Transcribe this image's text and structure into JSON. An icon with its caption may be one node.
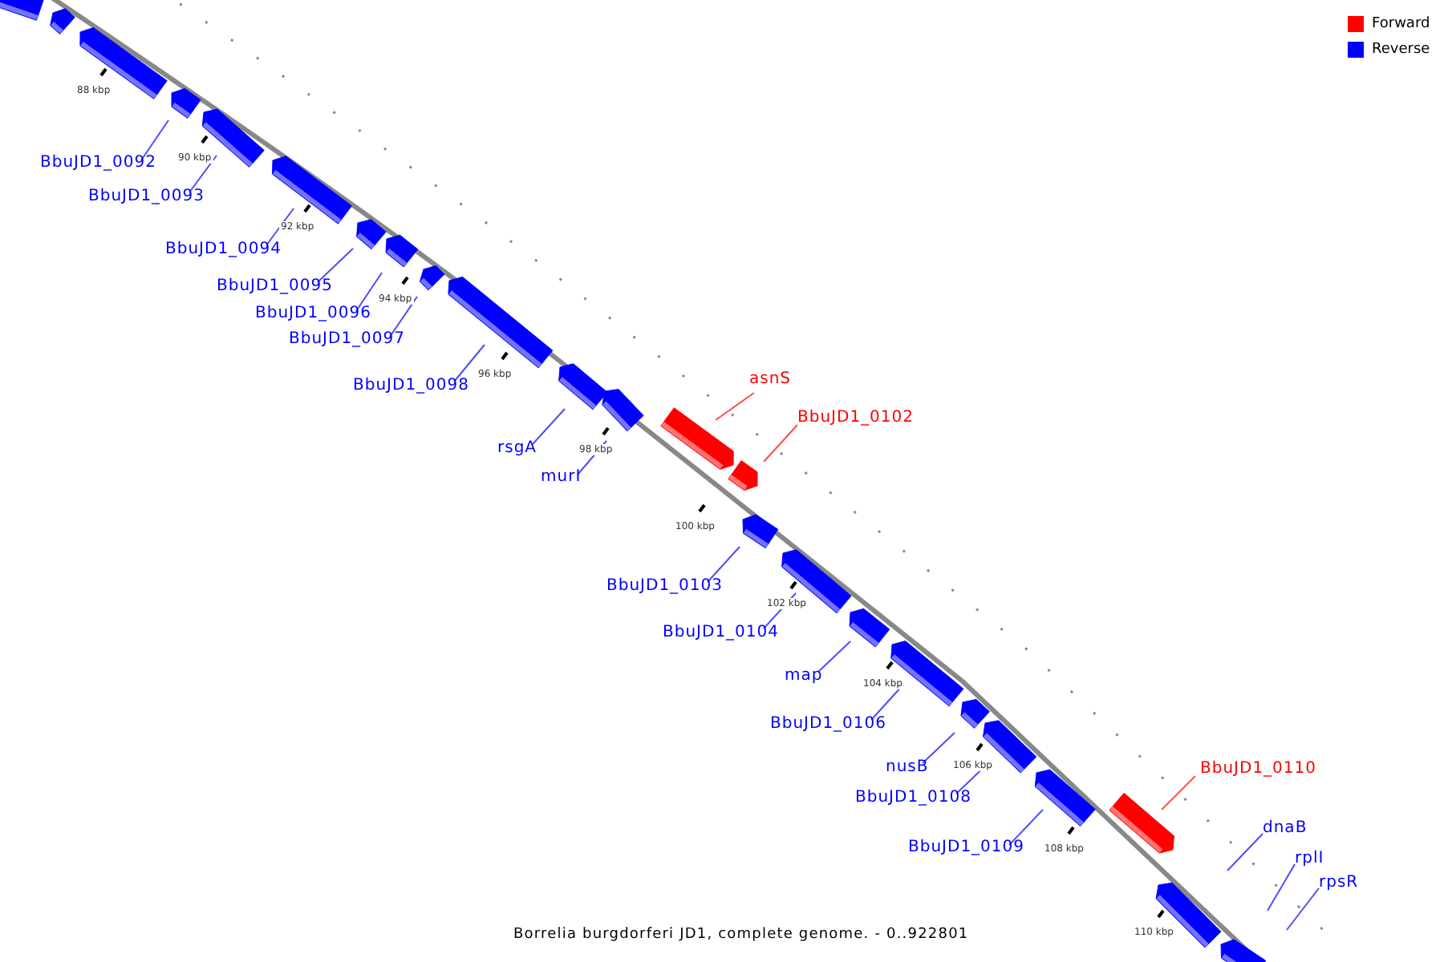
{
  "diagram": {
    "caption": "Borrelia burgdorferi JD1, complete genome. - 0..922801",
    "nodes": [
      {
        "text": [],
        "shape": "bar"
      },
      {
        "text": [],
        "shape": "bar"
      },
      {
        "text": [],
        "shape": "bar"
      },
      {
        "text": [
          "BbuJD1_0092"
        ]
      },
      {
        "text": [],
        "shape": "bar"
      },
      {
        "text": [
          "BbuJD1_0093"
        ]
      },
      {
        "text": [],
        "shape": "bar"
      },
      {
        "text": [
          "BbuJD1_0094"
        ]
      },
      {
        "text": [],
        "shape": "bar"
      },
      {
        "text": [
          "BbuJD1_0095"
        ]
      },
      {
        "text": [],
        "shape": "bar"
      },
      {
        "text": [
          "BbuJD1_0096"
        ]
      },
      {
        "text": [],
        "shape": "bar"
      },
      {
        "text": [
          "BbuJD1_0097"
        ]
      },
      {
        "text": [],
        "shape": "bar"
      },
      {
        "text": [
          "BbuJD1_0098"
        ]
      },
      {
        "text": [],
        "shape": "bar"
      },
      {
        "text": [
          "rsgA"
        ]
      },
      {
        "text": [],
        "shape": "bar"
      },
      {
        "text": [
          "murI"
        ]
      },
      {
        "text": [],
        "shape": "bar"
      },
      {
        "text": [
          "asnS"
        ]
      },
      {
        "text": [],
        "shape": "bar"
      },
      {
        "text": [
          "BbuJD1_0102"
        ]
      },
      {
        "text": [],
        "shape": "bar"
      },
      {
        "text": [
          "BbuJD1_0103"
        ]
      },
      {
        "text": [],
        "shape": "bar"
      },
      {
        "text": [
          "BbuJD1_0104"
        ]
      },
      {
        "text": [],
        "shape": "bar"
      },
      {
        "text": [
          "map"
        ]
      },
      {
        "text": [],
        "shape": "bar"
      },
      {
        "text": [
          "BbuJD1_0106"
        ]
      },
      {
        "text": [],
        "shape": "bar"
      },
      {
        "text": [
          "nusB"
        ]
      },
      {
        "text": [],
        "shape": "bar"
      },
      {
        "text": [
          "BbuJD1_0108"
        ]
      },
      {
        "text": [],
        "shape": "bar"
      },
      {
        "text": [
          "BbuJD1_0109"
        ]
      },
      {
        "text": [],
        "shape": "bar"
      },
      {
        "text": [
          "BbuJD1_0110"
        ]
      },
      {
        "text": [],
        "shape": "bar"
      },
      {
        "text": [
          "dnaB"
        ]
      },
      {
        "text": [
          "rplI"
        ]
      },
      {
        "text": [
          "rpsR"
        ]
      },
      {
        "text": [],
        "shape": "bar"
      },
      {
        "text": [],
        "shape": "bar"
      }
    ],
    "edges": [
      {
        "from": 3,
        "to": 4,
        "arrow": "none"
      },
      {
        "from": 5,
        "to": 6,
        "arrow": "none"
      },
      {
        "from": 7,
        "to": 8,
        "arrow": "none"
      },
      {
        "from": 9,
        "to": 10,
        "arrow": "none"
      },
      {
        "from": 11,
        "to": 12,
        "arrow": "none"
      },
      {
        "from": 13,
        "to": 14,
        "arrow": "none"
      },
      {
        "from": 15,
        "to": 16,
        "arrow": "none"
      },
      {
        "from": 17,
        "to": 18,
        "arrow": "none"
      },
      {
        "from": 19,
        "to": 20,
        "arrow": "none"
      },
      {
        "from": 21,
        "to": 22,
        "arrow": "none",
        "color": "#ff0000"
      },
      {
        "from": 23,
        "to": 24,
        "arrow": "none",
        "color": "#ff0000"
      },
      {
        "from": 25,
        "to": 26,
        "arrow": "none"
      },
      {
        "from": 27,
        "to": 28,
        "arrow": "none"
      },
      {
        "from": 29,
        "to": 30,
        "arrow": "none"
      },
      {
        "from": 31,
        "to": 32,
        "arrow": "none"
      },
      {
        "from": 33,
        "to": 34,
        "arrow": "none"
      },
      {
        "from": 35,
        "to": 36,
        "arrow": "none"
      },
      {
        "from": 37,
        "to": 38,
        "arrow": "none"
      },
      {
        "from": 39,
        "to": 40,
        "arrow": "none",
        "color": "#ff0000"
      },
      {
        "from": 41,
        "to": null,
        "arrow": "none"
      },
      {
        "from": 42,
        "to": null,
        "arrow": "none"
      },
      {
        "from": 43,
        "to": null,
        "arrow": "none"
      }
    ],
    "labels": [
      "88 kbp",
      "90 kbp",
      "92 kbp",
      "94 kbp",
      "96 kbp",
      "98 kbp",
      "100 kbp",
      "102 kbp",
      "104 kbp",
      "106 kbp",
      "108 kbp",
      "110 kbp"
    ],
    "legend": [
      {
        "text": "Forward",
        "color": "#ff0000"
      },
      {
        "text": "Reverse",
        "color": "#0000ff"
      }
    ]
  }
}
